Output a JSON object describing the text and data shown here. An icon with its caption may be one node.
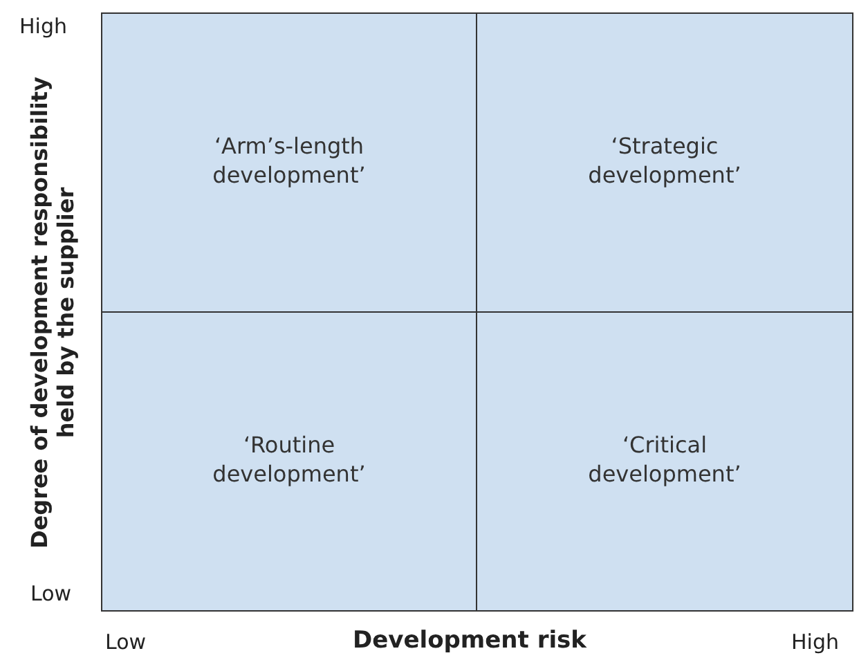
{
  "diagram": {
    "nodes": [
      {
        "text": [
          "‘Arm’s-length development’"
        ]
      },
      {
        "text": [
          "‘Strategic development’"
        ]
      },
      {
        "text": [
          "‘Routine development’"
        ]
      },
      {
        "text": [
          "‘Critical development’"
        ]
      }
    ],
    "labels": [
      "High",
      "Degree of development responsibility held by the supplier",
      "Low",
      "Low",
      "Development risk",
      "High"
    ]
  }
}
